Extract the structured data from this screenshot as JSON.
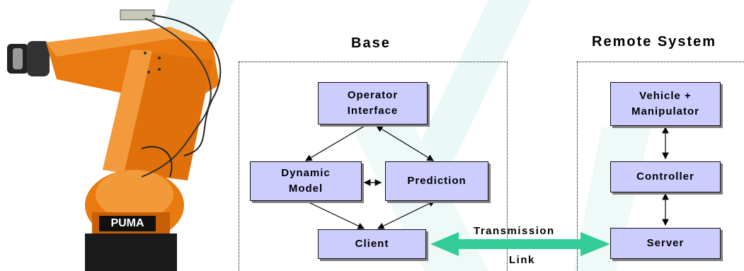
{
  "diagram": {
    "headings": {
      "base": "Base",
      "remote": "Remote System"
    },
    "boxes": {
      "operator_interface": "Operator\nInterface",
      "dynamic_model": "Dynamic\nModel",
      "prediction": "Prediction",
      "client": "Client",
      "vehicle_manipulator": "Vehicle +\nManipulator",
      "controller": "Controller",
      "server": "Server"
    },
    "link_label_top": "Transmission",
    "link_label_bottom": "Link",
    "link_color": "#33cc99",
    "box_fill": "#ccccff"
  },
  "photo": {
    "robot_label": "PUMA",
    "robot_color": "#e87a10"
  }
}
